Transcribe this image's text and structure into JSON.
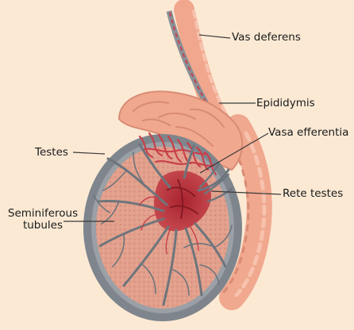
{
  "labels": {
    "vas_deferens": "Vas deferens",
    "epididymis": "Epididymis",
    "vasa_efferentia": "Vasa efferentia",
    "testes": "Testes",
    "rete_testes": "Rete testes",
    "seminiferous_line1": "Seminiferous",
    "seminiferous_line2": "tubules"
  },
  "colors": {
    "background": "#fbe9d4",
    "tunica": "#7e858c",
    "tubule_fill": "#e2a08c",
    "epididymis": "#f0a88e",
    "rete": "#b8323d",
    "vessel_red": "#c7404a",
    "septa": "#6e757c"
  }
}
